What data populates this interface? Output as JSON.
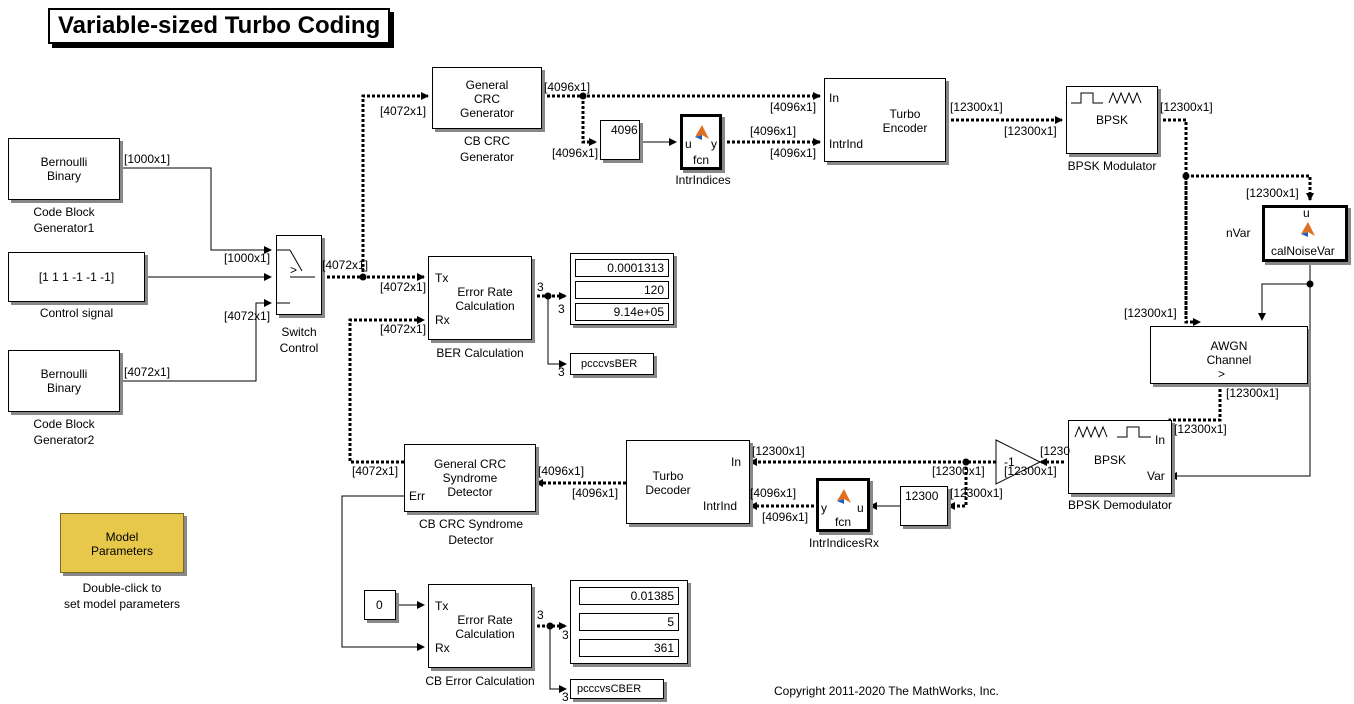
{
  "title": "Variable-sized Turbo Coding",
  "copyright": "Copyright 2011-2020 The MathWorks, Inc.",
  "blocks": {
    "bernoulli1": {
      "text": "Bernoulli\nBinary",
      "caption": "Code Block\nGenerator1"
    },
    "bernoulli2": {
      "text": "Bernoulli\nBinary",
      "caption": "Code Block\nGenerator2"
    },
    "control": {
      "text": "[1 1 1 -1 -1 -1]",
      "caption": "Control signal"
    },
    "switch": {
      "caption": "Switch\nControl",
      "symbol": ">"
    },
    "crc_gen": {
      "text": "General\nCRC\nGenerator",
      "caption": "CB CRC\nGenerator"
    },
    "intr_const": {
      "text": "4096"
    },
    "intr_fcn": {
      "port_in": "u",
      "port_out": "y",
      "fcn": "fcn",
      "caption": "IntrIndices"
    },
    "turbo_enc": {
      "text": "Turbo\nEncoder",
      "port_in": "In",
      "port_intr": "IntrInd"
    },
    "bpsk_mod": {
      "text": "BPSK",
      "caption": "BPSK Modulator"
    },
    "noise_fcn": {
      "port": "u",
      "text": "calNoiseVar"
    },
    "nvar_label": "nVar",
    "awgn": {
      "text": "AWGN\nChannel",
      "symbol": ">"
    },
    "bpsk_demod": {
      "text": "BPSK",
      "port_in": "In",
      "port_var": "Var",
      "caption": "BPSK Demodulator"
    },
    "gain": {
      "text": "-1"
    },
    "rx_const": {
      "text": "12300"
    },
    "intr_fcn_rx": {
      "port_in": "u",
      "port_out": "y",
      "fcn": "fcn",
      "caption": "IntrIndicesRx"
    },
    "turbo_dec": {
      "text": "Turbo\nDecoder",
      "port_in": "In",
      "port_intr": "IntrInd"
    },
    "crc_det": {
      "text": "General CRC\nSyndrome\nDetector",
      "port_err": "Err",
      "caption": "CB CRC Syndrome\nDetector"
    },
    "err_rate1": {
      "text": "Error Rate\nCalculation",
      "port_tx": "Tx",
      "port_rx": "Rx",
      "caption": "BER Calculation"
    },
    "err_rate2": {
      "text": "Error Rate\nCalculation",
      "port_tx": "Tx",
      "port_rx": "Rx",
      "caption": "CB Error Calculation"
    },
    "display1": {
      "values": [
        "0.0001313",
        "120",
        "9.14e+05"
      ]
    },
    "display2": {
      "values": [
        "0.01385",
        "5",
        "361"
      ]
    },
    "ws1": {
      "text": "pcccvsBER"
    },
    "ws2": {
      "text": "pcccvsCBER"
    },
    "zero_const": {
      "text": "0"
    },
    "model_params": {
      "text": "Model\nParameters",
      "caption": "Double-click to\nset model parameters"
    }
  },
  "signals": {
    "s1000": "[1000x1]",
    "s4072": "[4072x1]",
    "s4096": "[4096x1]",
    "s12300": "[12300x1]",
    "s3": "3",
    "s12300_short": "[1230"
  },
  "colors": {
    "wire": "#000000",
    "model_params_bg": "#e8c84a",
    "matlab_orange": "#e07020",
    "matlab_blue": "#2060c0"
  }
}
